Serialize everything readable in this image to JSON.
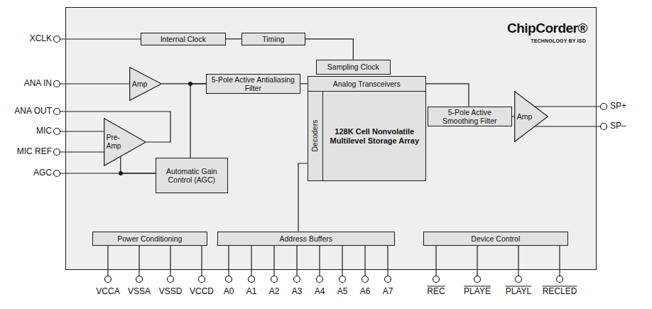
{
  "diagram": {
    "nodes": [
      {
        "text": [
          "ChipCorder®",
          "TECHNOLOGY BY ISD"
        ]
      },
      {
        "text": [
          "Internal Clock"
        ],
        "in": 0
      },
      {
        "text": [
          "Timing"
        ],
        "in": 0
      },
      {
        "text": [
          "Sampling Clock"
        ],
        "in": 0
      },
      {
        "text": [
          "Amp"
        ],
        "in": 0
      },
      {
        "text": [
          "5-Pole Active Antialiasing Filter"
        ],
        "in": 0
      },
      {
        "text": [
          "Pre-Amp"
        ],
        "in": 0
      },
      {
        "text": [
          "Automatic Gain Control (AGC)"
        ],
        "in": 0
      },
      {
        "text": [
          "128K Cell Nonvolatile Multilevel Storage Array"
        ],
        "in": 0
      },
      {
        "text": [
          "Analog Transceivers"
        ],
        "in": 8
      },
      {
        "text": [
          "Decoders"
        ],
        "in": 8
      },
      {
        "text": [
          "5-Pole Active Smoothing Filter"
        ],
        "in": 0
      },
      {
        "text": [
          "Amp"
        ],
        "in": 0
      },
      {
        "text": [
          "Power Conditioning"
        ],
        "in": 0
      },
      {
        "text": [
          "Address Buffers"
        ],
        "in": 0
      },
      {
        "text": [
          "Device Control"
        ],
        "in": 0
      }
    ],
    "edges": [
      {
        "from": 1,
        "to": 2,
        "arrow": "none"
      },
      {
        "from": 2,
        "to": 3,
        "arrow": "none"
      },
      {
        "from": 4,
        "to": 5,
        "arrow": "none"
      },
      {
        "from": 7,
        "to": 5,
        "arrow": "none"
      },
      {
        "from": 6,
        "to": 7,
        "arrow": "none"
      },
      {
        "from": 5,
        "to": 9,
        "arrow": "none"
      },
      {
        "from": 9,
        "to": 11,
        "arrow": "none"
      },
      {
        "from": 11,
        "to": 12,
        "arrow": "none"
      },
      {
        "from": 14,
        "to": 10,
        "arrow": "none"
      }
    ],
    "labels": [
      "XCLK",
      "ANA IN",
      "ANA OUT",
      "MIC",
      "MIC REF",
      "AGC",
      "SP+",
      "SP–",
      "VCCA",
      "VSSA",
      "VSSD",
      "VCCD",
      "A0",
      "A1",
      "A2",
      "A3",
      "A4",
      "A5",
      "A6",
      "A7",
      "REC",
      "PLAYE",
      "PLAYL",
      "RECLED"
    ]
  }
}
